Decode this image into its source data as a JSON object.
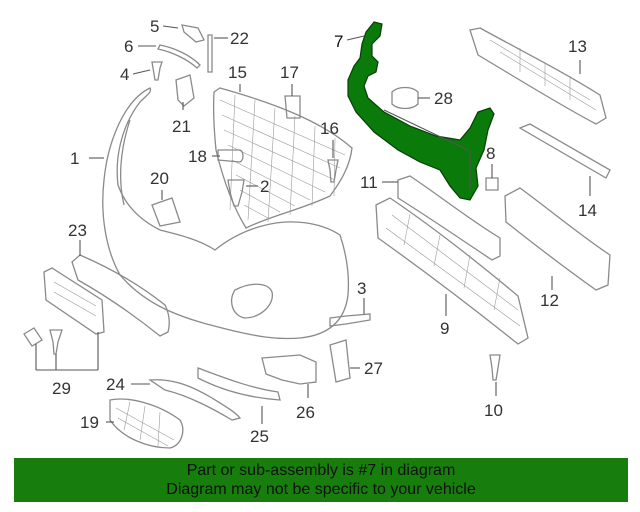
{
  "diagram": {
    "highlight_color": "#0a7a0a",
    "highlighted_part": "7",
    "callouts": [
      "1",
      "2",
      "3",
      "4",
      "5",
      "6",
      "7",
      "8",
      "9",
      "10",
      "11",
      "12",
      "13",
      "14",
      "15",
      "16",
      "17",
      "18",
      "19",
      "20",
      "21",
      "22",
      "23",
      "24",
      "25",
      "26",
      "27",
      "28",
      "29"
    ]
  },
  "footer": {
    "line1": "Part or sub-assembly is #7 in diagram",
    "line2": "Diagram may not be specific to your vehicle",
    "background": "#177e0e"
  }
}
